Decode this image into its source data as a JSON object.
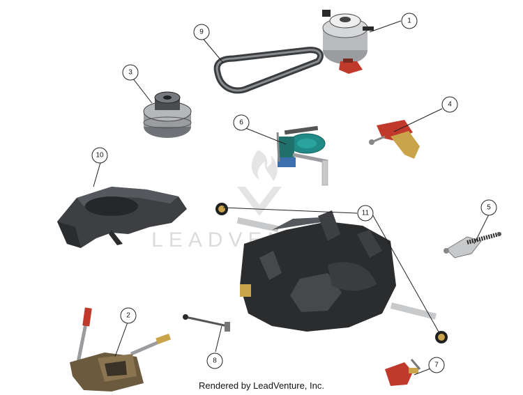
{
  "watermark": {
    "text": "LEADVENTURE"
  },
  "caption": "Rendered by LeadVenture, Inc.",
  "callouts": [
    {
      "id": "callout-1",
      "label": "1"
    },
    {
      "id": "callout-2",
      "label": "2"
    },
    {
      "id": "callout-3",
      "label": "3"
    },
    {
      "id": "callout-4",
      "label": "4"
    },
    {
      "id": "callout-5",
      "label": "5"
    },
    {
      "id": "callout-6",
      "label": "6"
    },
    {
      "id": "callout-7",
      "label": "7"
    },
    {
      "id": "callout-8",
      "label": "8"
    },
    {
      "id": "callout-9",
      "label": "9"
    },
    {
      "id": "callout-10",
      "label": "10"
    },
    {
      "id": "callout-11",
      "label": "11"
    }
  ],
  "colors": {
    "part_gray": "#8a8d90",
    "part_dark": "#3a3c3f",
    "part_black": "#1f2022",
    "accent_red": "#c0392b",
    "accent_teal": "#1f8a86",
    "accent_gold": "#c9a44a",
    "accent_blue": "#3b6fb0"
  }
}
